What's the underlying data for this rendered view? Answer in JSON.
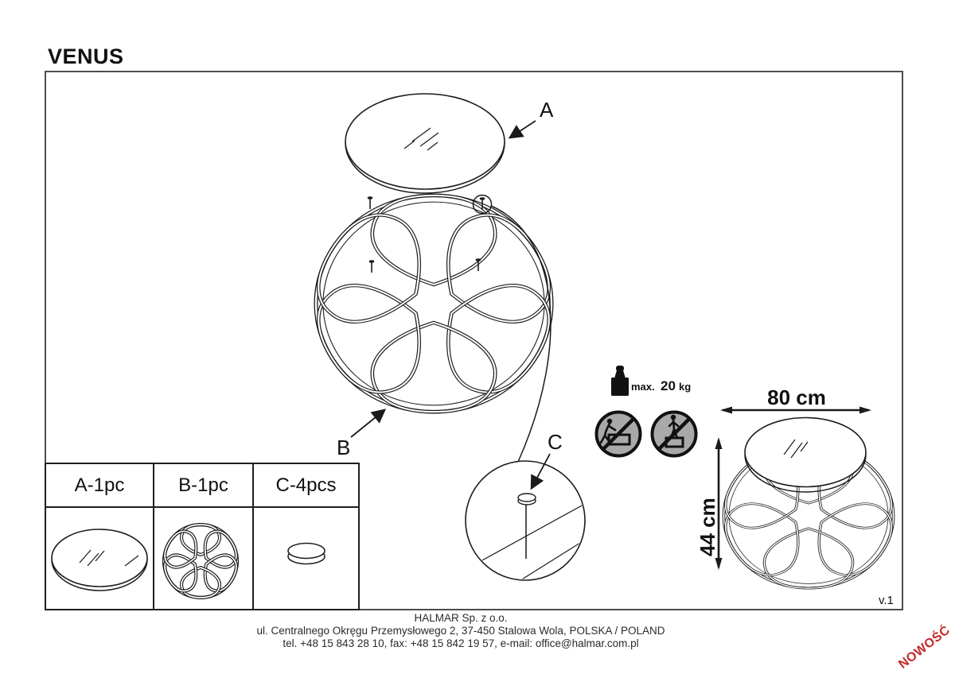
{
  "title": "VENUS",
  "exploded_view": {
    "label_a": "A",
    "label_b": "B",
    "label_c": "C"
  },
  "load_limit": {
    "prefix": "max.",
    "value": "20",
    "unit": "kg",
    "weight_icon": "kettlebell-weight",
    "no_lean_icon": "no-leaning-on-edge-prohibition",
    "no_stand_icon": "no-standing-on-top-prohibition"
  },
  "dimensions": {
    "width_label": "80 cm",
    "height_label": "44 cm"
  },
  "parts_table": {
    "headers": [
      "A-1pc",
      "B-1pc",
      "C-4pcs"
    ]
  },
  "footer": {
    "company": "HALMAR Sp. z o.o.",
    "address": "ul. Centralnego Okręgu Przemysłowego 2, 37-450 Stalowa Wola, POLSKA / POLAND",
    "contact": "tel. +48 15 843 28 10, fax: +48 15 842 19 57, e-mail: office@halmar.com.pl"
  },
  "version": "v.1",
  "new_badge": "NOWOŚĆ",
  "colors": {
    "badge_red": "#c42828",
    "prohibition_gray": "#a9a9a9",
    "line": "#1b1b1b",
    "frame_border": "#4d4d4d"
  }
}
